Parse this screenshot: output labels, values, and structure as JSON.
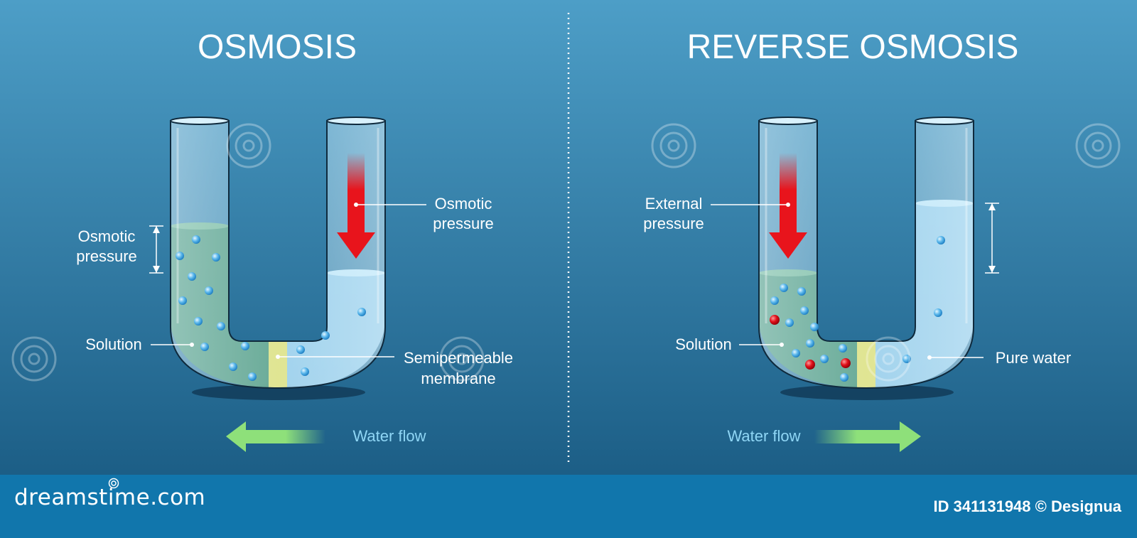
{
  "left_panel": {
    "title": "OSMOSIS",
    "labels": {
      "osmotic_pressure_right": [
        "Osmotic",
        "pressure"
      ],
      "osmotic_pressure_left": [
        "Osmotic",
        "pressure"
      ],
      "solution": "Solution",
      "membrane": [
        "Semipermeable",
        "membrane"
      ],
      "water_flow": "Water flow"
    }
  },
  "right_panel": {
    "title": "REVERSE OSMOSIS",
    "labels": {
      "external_pressure": [
        "External",
        "pressure"
      ],
      "solution": "Solution",
      "pure_water": "Pure water",
      "water_flow": "Water flow"
    }
  },
  "footer": {
    "logo": "dreamstime.com",
    "image_id": "ID 341131948 © Designua"
  },
  "colors": {
    "background_top": "#4d9ec7",
    "background_bottom": "#1c5e86",
    "solution": "#3f8e5f",
    "pure_water": "#9fd3ef",
    "membrane": "#f2e45c",
    "pressure_arrow": "#e8141c",
    "flow_arrow": "#8ee07a",
    "footer_band": "#1176ac",
    "water_molecule": "#5cb8ec",
    "solute_molecule": "#e0101a"
  }
}
